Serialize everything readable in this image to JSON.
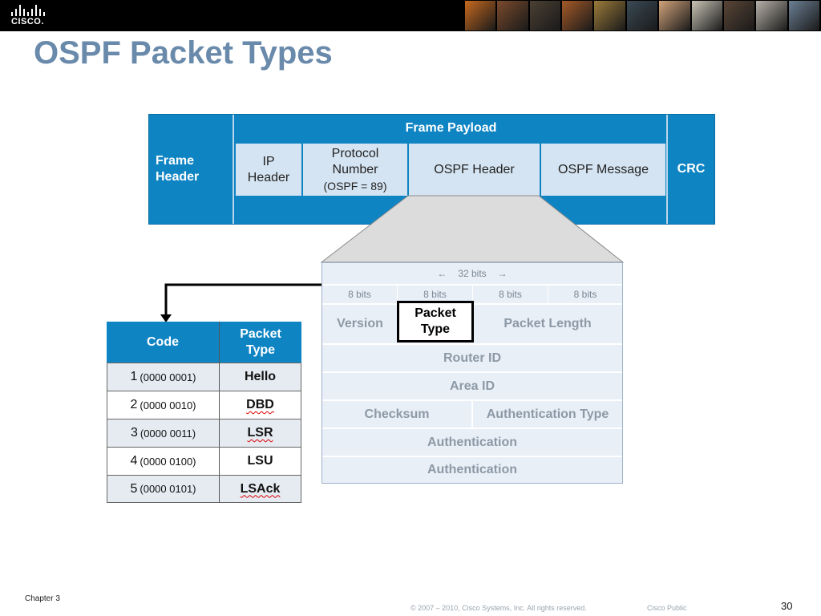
{
  "header": {
    "logo_text": "CISCO.",
    "photo_colors": [
      "#c7691f",
      "#7a4a2c",
      "#4b4033",
      "#a55a28",
      "#9b7a3a",
      "#3a4a55",
      "#d1a37a",
      "#c9c4b6",
      "#5a4536",
      "#b7b1a8",
      "#6b7f93"
    ]
  },
  "title": "OSPF Packet Types",
  "frame": {
    "frame_header": "Frame Header",
    "frame_payload": "Frame  Payload",
    "ip_header": "IP Header",
    "protocol_number": "Protocol Number",
    "protocol_value": "(OSPF = 89)",
    "ospf_header": "OSPF Header",
    "ospf_message": "OSPF Message",
    "crc": "CRC"
  },
  "ospf_header_fields": {
    "width_label": "32 bits",
    "bit_labels": [
      "8 bits",
      "8 bits",
      "8 bits",
      "8 bits"
    ],
    "version": "Version",
    "packet_type": "Packet Type",
    "packet_length": "Packet Length",
    "router_id": "Router ID",
    "area_id": "Area ID",
    "checksum": "Checksum",
    "auth_type": "Authentication Type",
    "authentication_1": "Authentication",
    "authentication_2": "Authentication"
  },
  "code_table": {
    "headers": [
      "Code",
      "Packet Type"
    ],
    "rows": [
      {
        "code": "1",
        "binary": "(0000 0001)",
        "type": "Hello"
      },
      {
        "code": "2",
        "binary": "(0000 0010)",
        "type": "DBD"
      },
      {
        "code": "3",
        "binary": "(0000 0011)",
        "type": "LSR"
      },
      {
        "code": "4",
        "binary": "(0000 0100)",
        "type": "LSU"
      },
      {
        "code": "5",
        "binary": "(0000 0101)",
        "type": "LSAck"
      }
    ]
  },
  "footer": {
    "chapter": "Chapter 3",
    "copyright": "© 2007 – 2010, Cisco Systems, Inc. All rights reserved.",
    "classification": "Cisco Public",
    "page_number": "30"
  }
}
